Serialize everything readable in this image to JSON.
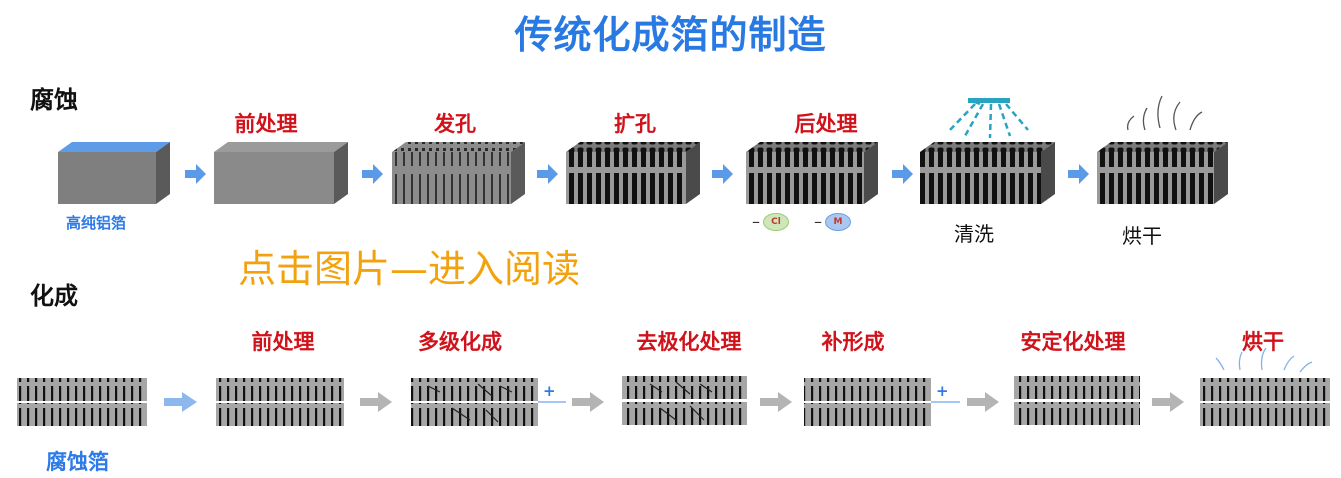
{
  "title": "传统化成箔的制造",
  "overlay_link": "点击图片—进入阅读",
  "corrosion": {
    "section_label": "腐蚀",
    "start_label": "高纯铝箔",
    "steps": [
      "前处理",
      "发孔",
      "扩孔",
      "后处理"
    ],
    "ions": [
      "Cl",
      "M"
    ],
    "wash_label": "清洗",
    "dry_label": "烘干"
  },
  "formation": {
    "section_label": "化成",
    "start_label": "腐蚀箔",
    "steps": [
      "前处理",
      "多级化成",
      "去极化处理",
      "补形成",
      "安定化处理",
      "烘干"
    ],
    "plus_sign": "+"
  },
  "colors": {
    "title_blue": "#2979e3",
    "step_red": "#d0121b",
    "arrow_blue": "#5b9ae8",
    "arrow_gray": "#b4b4b4",
    "link_orange": "#f2a20f"
  }
}
